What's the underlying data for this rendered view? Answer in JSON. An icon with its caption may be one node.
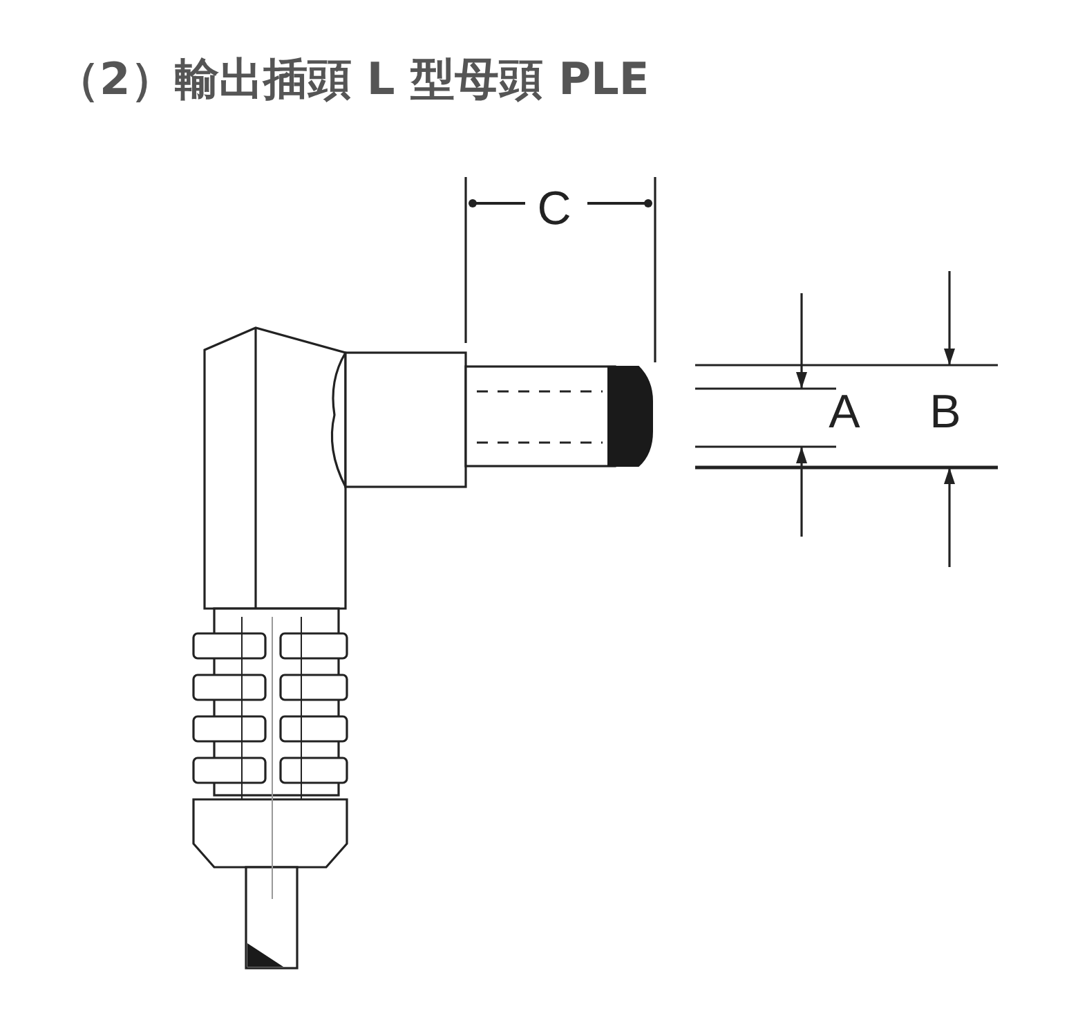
{
  "diagram": {
    "title": "（2）輸出插頭 L 型母頭 PLE",
    "labels": [
      "C",
      "A",
      "B"
    ]
  }
}
